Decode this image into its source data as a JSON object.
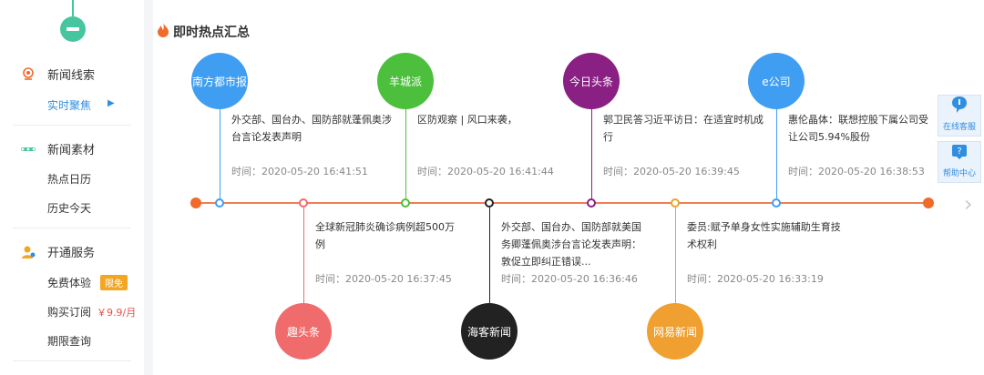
{
  "sidebar": {
    "sections": [
      {
        "title": "新闻线索",
        "icon": "location-pin-icon",
        "items": [
          {
            "label": "实时聚焦",
            "active": true
          }
        ]
      },
      {
        "title": "新闻素材",
        "icon": "material-icon",
        "items": [
          {
            "label": "热点日历"
          },
          {
            "label": "历史今天"
          }
        ]
      },
      {
        "title": "开通服务",
        "icon": "user-service-icon",
        "items": [
          {
            "label": "免费体验",
            "badge": "限免"
          },
          {
            "label": "购买订阅",
            "price": "￥9.9/月"
          },
          {
            "label": "期限查询"
          }
        ]
      }
    ]
  },
  "main": {
    "title": "即时热点汇总",
    "time_prefix": "时间：",
    "top_events": [
      {
        "source": "南方都市报",
        "color": "#3f9ef2",
        "headline": "外交部、国台办、国防部就蓬佩奥涉台言论发表声明",
        "time": "时间：2020-05-20 16:41:51"
      },
      {
        "source": "羊城派",
        "color": "#4cbf3d",
        "headline": "区防观察 | 风口来袭，",
        "time": "时间：2020-05-20 16:41:44"
      },
      {
        "source": "今日头条",
        "color": "#8a1f84",
        "headline": "郭卫民答习近平访日：在适宜时机成行",
        "time": "时间：2020-05-20 16:39:45"
      },
      {
        "source": "e公司",
        "color": "#3f9ef2",
        "headline": "惠伦晶体：联想控股下属公司受让公司5.94%股份",
        "time": "时间：2020-05-20 16:38:53"
      }
    ],
    "bottom_events": [
      {
        "source": "趣头条",
        "color": "#f06b6b",
        "headline": "全球新冠肺炎确诊病例超500万例",
        "time": "时间：2020-05-20 16:37:45"
      },
      {
        "source": "海客新闻",
        "color": "#222222",
        "headline": "外交部、国台办、国防部就美国务卿蓬佩奥涉台言论发表声明：敦促立即纠正错误...",
        "time": "时间：2020-05-20 16:36:46"
      },
      {
        "source": "网易新闻",
        "color": "#f0a030",
        "headline": "委员:赋予单身女性实施辅助生育技术权利",
        "time": "时间：2020-05-20 16:33:19"
      }
    ]
  },
  "float": {
    "online_service": "在线客服",
    "help_center": "帮助中心"
  }
}
